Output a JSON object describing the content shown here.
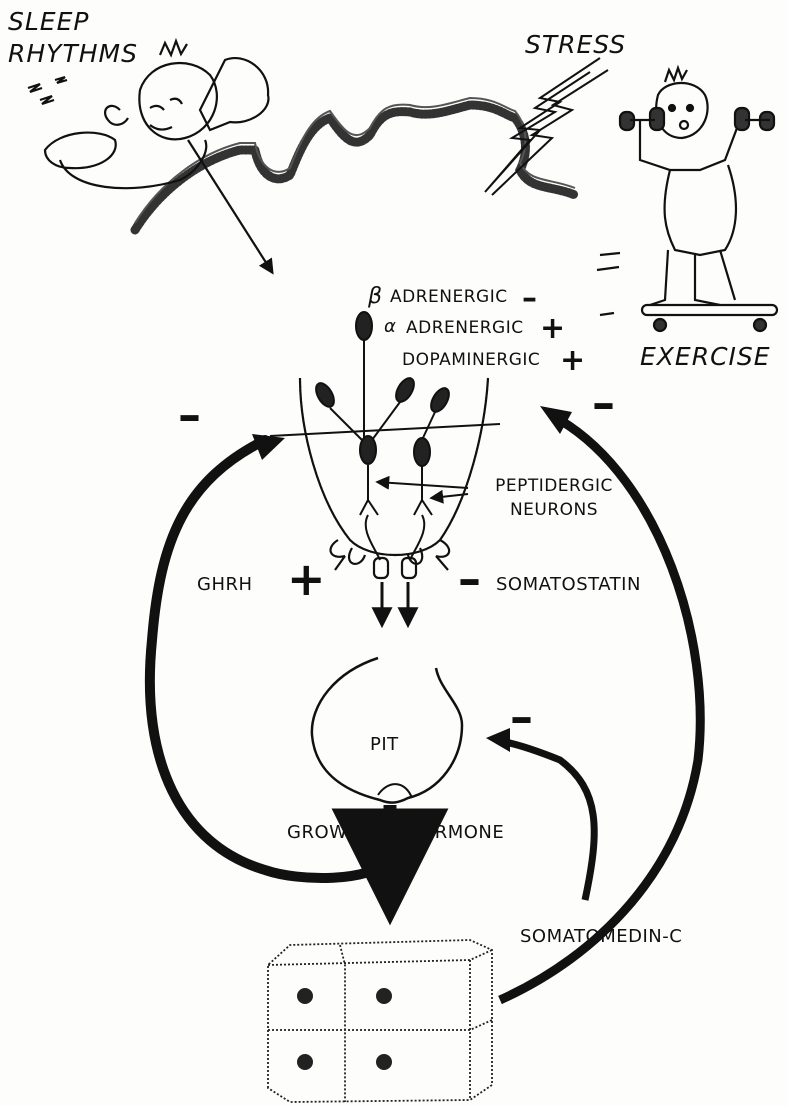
{
  "influences": {
    "sleep": "SLEEP RHYTHMS",
    "stress": "STRESS",
    "exercise": "EXERCISE"
  },
  "neurons": {
    "beta": {
      "symbol": "β",
      "label": "ADRENERGIC",
      "sign": "–"
    },
    "alpha": {
      "symbol": "α",
      "label": "ADRENERGIC",
      "sign": "+"
    },
    "dopamine": {
      "label": "DOPAMINERGIC",
      "sign": "+"
    },
    "peptidergic": "PEPTIDERGIC NEURONS"
  },
  "hormones": {
    "ghrh": "GHRH",
    "ghrh_sign": "+",
    "somatostatin": "SOMATOSTATIN",
    "somatostatin_sign": "–",
    "pituitary": "PIT",
    "gh_left": "GROWTH",
    "gh_right": "HORMONE",
    "somatomedin": "SOMATOMEDIN-C"
  },
  "feedback_signs": {
    "left_hypothalamus": "–",
    "right_hypothalamus": "–",
    "pituitary": "–"
  }
}
